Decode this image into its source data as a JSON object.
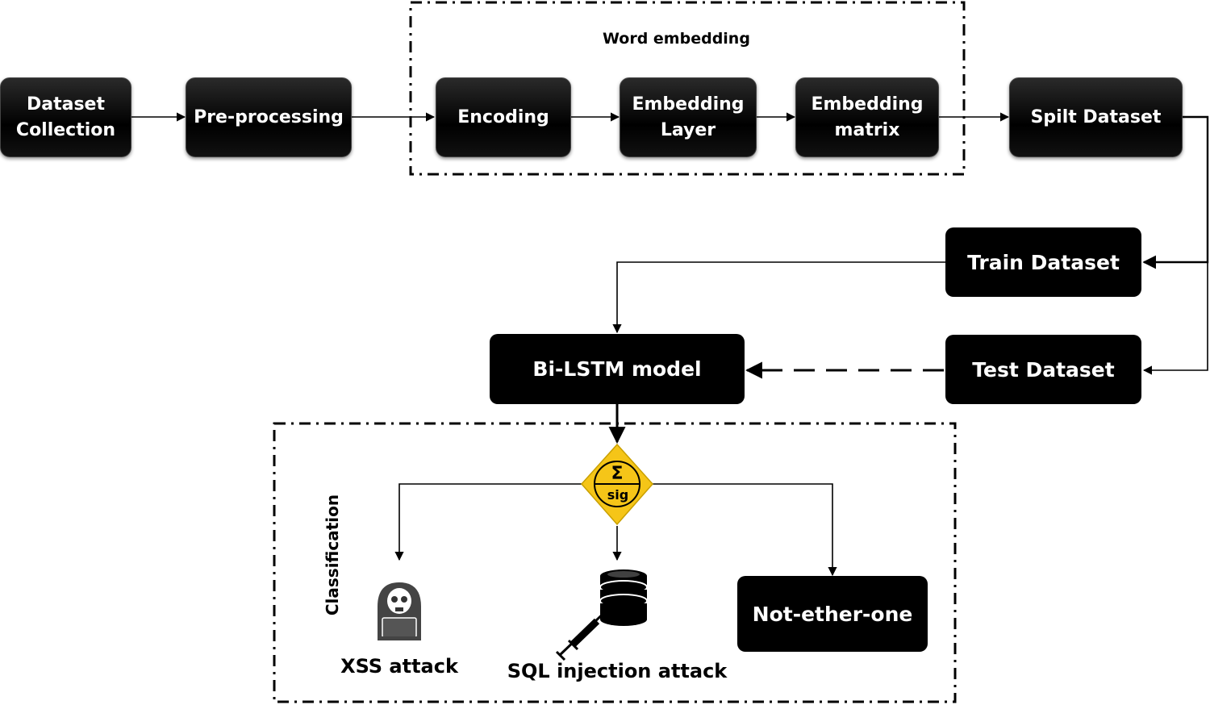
{
  "pipeline": {
    "dataset_collection": [
      "Dataset",
      "Collection"
    ],
    "preprocessing": "Pre-processing",
    "encoding": "Encoding",
    "embedding_layer": [
      "Embedding",
      "Layer"
    ],
    "embedding_matrix": [
      "Embedding",
      "matrix"
    ],
    "split_dataset": "Spilt Dataset"
  },
  "groups": {
    "word_embedding": "Word embedding",
    "classification": "Classification"
  },
  "datasets": {
    "train": "Train Dataset",
    "test": "Test Dataset"
  },
  "model": {
    "bilstm": "Bi-LSTM model"
  },
  "activation": {
    "symbol": "Σ",
    "label": "sig",
    "color": "#f5c518"
  },
  "outputs": {
    "xss": "XSS attack",
    "sql": "SQL injection attack",
    "none": "Not-ether-one"
  },
  "icons": {
    "hacker": "hacker-skull-laptop-icon",
    "database": "database-syringe-icon"
  }
}
